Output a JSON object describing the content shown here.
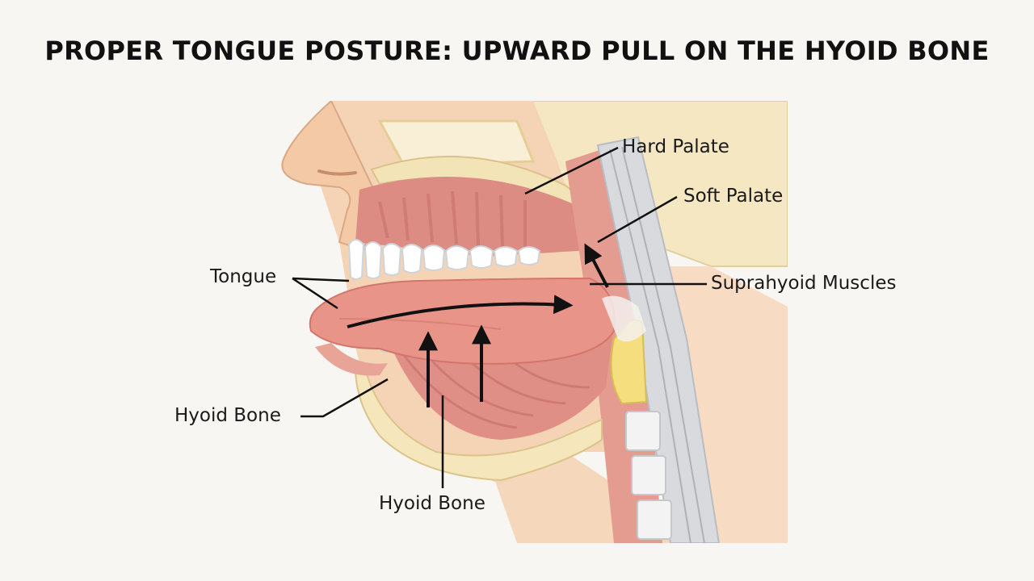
{
  "title": "PROPER TONGUE POSTURE: UPWARD PULL ON THE HYOID BONE",
  "labels": {
    "hard_palate": "Hard Palate",
    "soft_palate": "Soft Palate",
    "suprahyoid_muscles": "Suprahyoid Muscles",
    "tongue": "Tongue",
    "hyoid_bone_left": "Hyoid Bone",
    "hyoid_bone_bottom": "Hyoid Bone"
  }
}
